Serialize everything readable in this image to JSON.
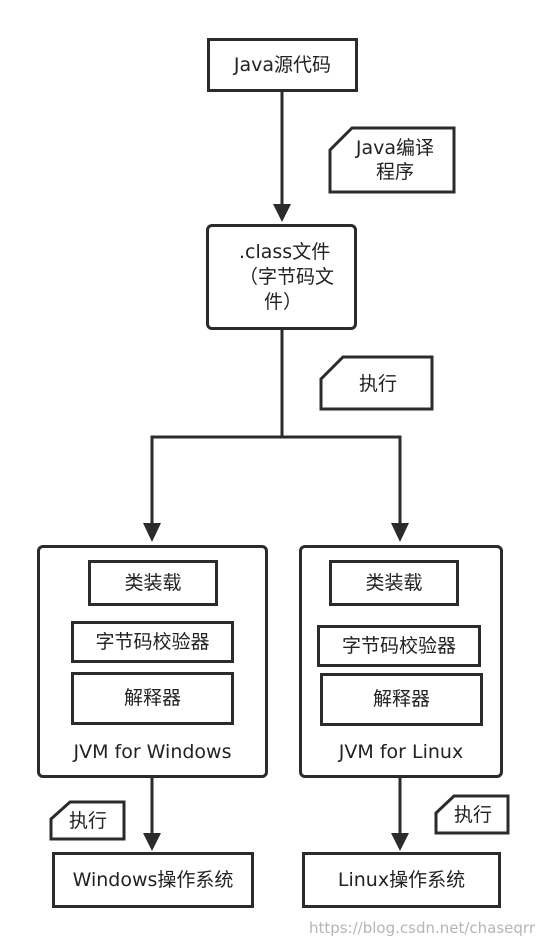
{
  "nodes": {
    "source": "Java源代码",
    "class_file_line1": ".class文件",
    "class_file_line2": "（字节码文",
    "class_file_line3": "件）",
    "win_loader": "类装载",
    "win_verifier": "字节码校验器",
    "win_interpreter": "解释器",
    "win_jvm": "JVM for Windows",
    "linux_loader": "类装载",
    "linux_verifier": "字节码校验器",
    "linux_interpreter": "解释器",
    "linux_jvm": "JVM for Linux",
    "win_os": "Windows操作系统",
    "linux_os": "Linux操作系统"
  },
  "notes": {
    "compiler_line1": "Java编译",
    "compiler_line2": "程序",
    "execute_top": "执行",
    "execute_win": "执行",
    "execute_linux": "执行"
  },
  "watermark": "https://blog.csdn.net/chaseqrr",
  "colors": {
    "stroke": "#2b2b2b",
    "background": "#ffffff",
    "watermark": "#b5b5b5"
  }
}
